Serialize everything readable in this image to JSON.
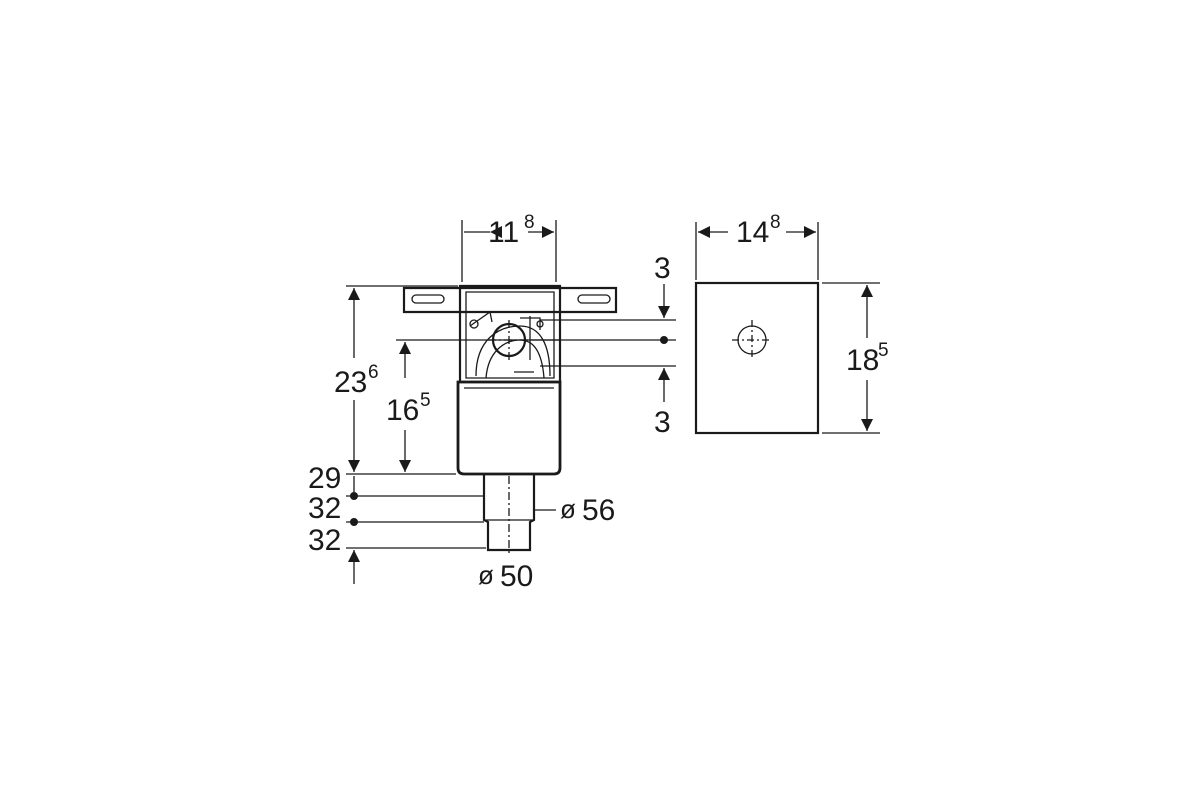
{
  "dimensions": {
    "front_width": {
      "main": "11",
      "sup": "8"
    },
    "cover_width": {
      "main": "14",
      "sup": "8"
    },
    "total_height": {
      "main": "23",
      "sup": "6"
    },
    "center_height": {
      "main": "16",
      "sup": "5"
    },
    "cover_height": {
      "main": "18",
      "sup": "5"
    },
    "offset_top": "3",
    "offset_bottom": "3",
    "outlet_step_1": "29",
    "outlet_step_2": "32",
    "outlet_step_3": "32",
    "outer_diameter": {
      "symbol": "ø",
      "value": "56"
    },
    "inner_diameter": {
      "symbol": "ø",
      "value": "50"
    }
  },
  "colors": {
    "line": "#1a1a1a",
    "background": "#ffffff"
  }
}
